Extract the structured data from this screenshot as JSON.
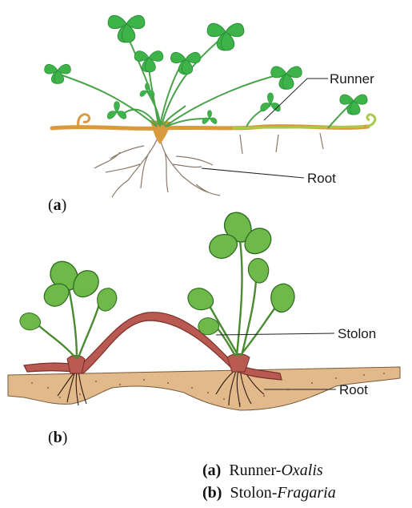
{
  "panel_a": {
    "tag_open": "(",
    "tag_letter": "a",
    "tag_close": ")",
    "labels": {
      "runner": "Runner",
      "root": "Root"
    }
  },
  "panel_b": {
    "tag_open": "(",
    "tag_letter": "b",
    "tag_close": ")",
    "labels": {
      "stolon": "Stolon",
      "root": "Root"
    }
  },
  "legend": [
    {
      "tag": "(a)",
      "name": "Runner-",
      "species": "Oxalis"
    },
    {
      "tag": "(b)",
      "name": "Stolon-",
      "species": "Fragaria"
    }
  ],
  "colors": {
    "oxalis_leaf": "#3db34a",
    "oxalis_leaf_dark": "#2a8c36",
    "runner": "#d89a3c",
    "runner_green": "#a9c94a",
    "root": "#8a7a6a",
    "strawberry_leaf": "#6fb84a",
    "strawberry_leaf_dark": "#2f6e22",
    "stolon": "#b85a52",
    "stolon_dark": "#7a2e28",
    "soil": "#e2b98a",
    "soil_dots": "#6a4a2a"
  }
}
